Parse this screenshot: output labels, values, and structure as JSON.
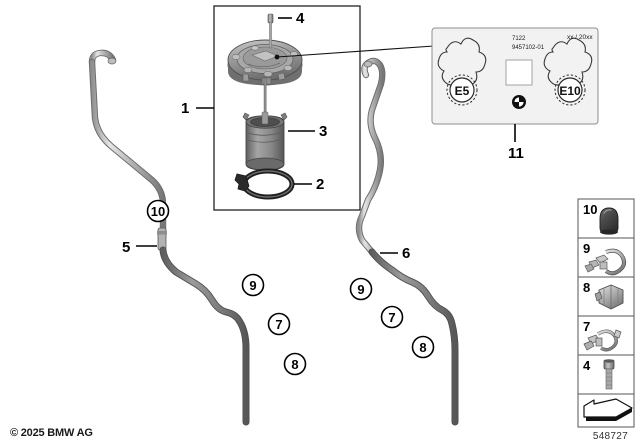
{
  "document": {
    "title": "BMW Fuel Pump / Fuel Lines Parts Diagram",
    "copyright": "© 2025 BMW AG",
    "diagram_id": "548727"
  },
  "main_box": {
    "name": "fuel-delivery-unit-assembly",
    "callout": "1",
    "parts": [
      {
        "num": "4",
        "name": "hex-socket-screw"
      },
      {
        "num": "3",
        "name": "fuel-filter-canister"
      },
      {
        "num": "2",
        "name": "sealing-ring-gasket"
      }
    ]
  },
  "label_plate": {
    "callout": "11",
    "part_number_line1": "7122",
    "part_number_line2": "9457102-01",
    "date_code": "xx / 20xx",
    "fuel_left": "E5",
    "fuel_right": "E10",
    "brand_mark": "bmw-roundel"
  },
  "hose_left": {
    "callout_main": "5",
    "callouts": [
      "10",
      "9",
      "7",
      "8"
    ]
  },
  "hose_right": {
    "callout_main": "6",
    "callouts": [
      "9",
      "7",
      "8"
    ]
  },
  "legend": {
    "name": "parts-legend-sidebar",
    "items": [
      {
        "num": "10",
        "icon": "rubber-cap-icon"
      },
      {
        "num": "9",
        "icon": "hose-clamp-large-icon"
      },
      {
        "num": "8",
        "icon": "hose-clamp-icon"
      },
      {
        "num": "7",
        "icon": "hose-bracket-clip-icon"
      },
      {
        "num": "4",
        "icon": "hex-socket-screw-icon"
      },
      {
        "num": "",
        "icon": "direction-arrow-icon"
      }
    ]
  },
  "colors": {
    "metal_light": "#d8d8d8",
    "metal_mid": "#a9a9a9",
    "metal_dark": "#6e6e6e",
    "hose_dark": "#6a6a6a",
    "outline": "#222222",
    "label_bg": "#f2f2f2"
  }
}
